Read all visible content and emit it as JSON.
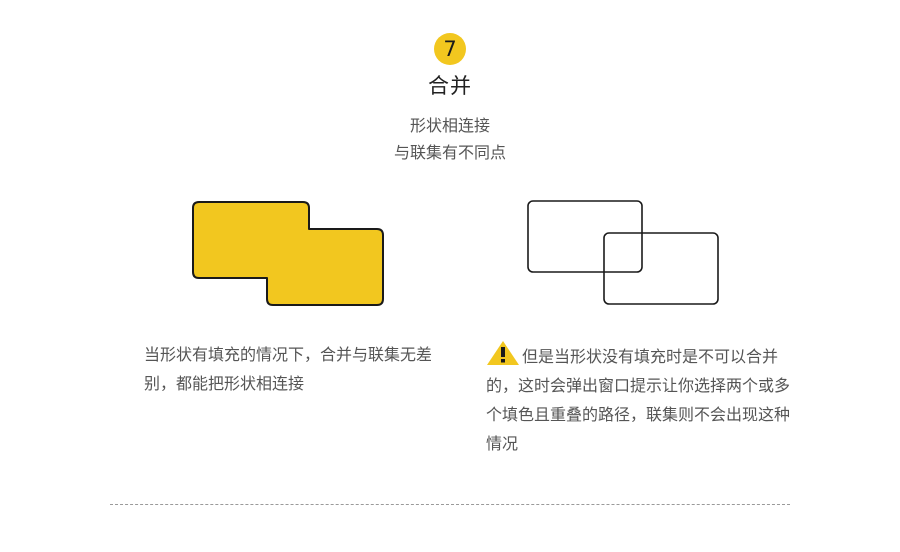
{
  "step": {
    "number": "7",
    "title": "合并",
    "subtitle_line1": "形状相连接",
    "subtitle_line2": "与联集有不同点"
  },
  "left_panel": {
    "description": "当形状有填充的情况下，合并与联集无差别，都能把形状相连接"
  },
  "right_panel": {
    "warning_icon": "warning-triangle-icon",
    "description": "但是当形状没有填充时是不可以合并的，这时会弹出窗口提示让你选择两个或多个填色且重叠的路径，联集则不会出现这种情况"
  },
  "colors": {
    "accent_yellow": "#f2c71f",
    "outline": "#1a1a1a",
    "text_gray": "#555555",
    "divider": "#9a9a9a"
  }
}
